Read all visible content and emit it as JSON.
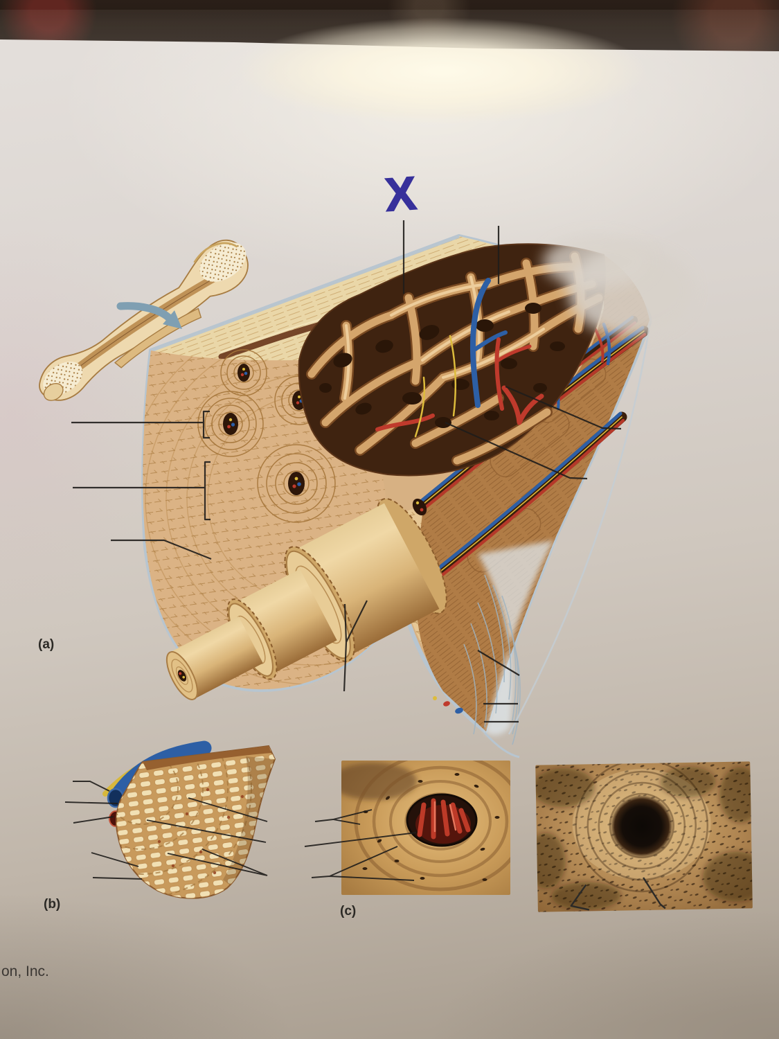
{
  "panels": {
    "a": {
      "label": "(a)"
    },
    "b": {
      "label": "(b)"
    },
    "c": {
      "label": "(c)"
    }
  },
  "annotations": {
    "x_mark": "X"
  },
  "footer": {
    "copyright_fragment": "on, Inc."
  },
  "colors": {
    "paper": "#d8d2cb",
    "table": "#20170f",
    "bone_light": "#ead7a8",
    "bone_tan": "#d1a468",
    "bone_outline": "#8a5a2a",
    "spongy_shadow": "#3f2310",
    "artery_red": "#b53829",
    "vein_blue": "#2d5fa5",
    "nerve_yellow": "#ddbc3c",
    "periosteum_blue": "#b7c5d0",
    "x_mark_ink": "#37309b",
    "leader_line": "#1f1d1b"
  }
}
